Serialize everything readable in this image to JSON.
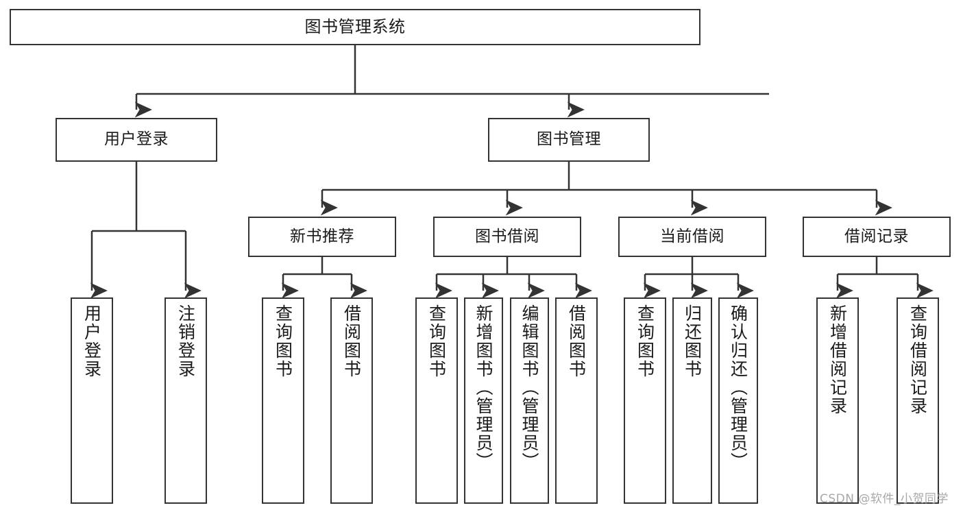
{
  "diagram": {
    "title": "图书管理系统",
    "type": "tree-hierarchy-chart",
    "colors": {
      "background": "#ffffff",
      "stroke": "#333333",
      "text": "#1a1a1a",
      "watermark": "#a8a8a8"
    },
    "root": {
      "id": "root",
      "label": "图书管理系统"
    },
    "tier2": [
      {
        "id": "user-login",
        "label": "用户登录"
      },
      {
        "id": "book-manage",
        "label": "图书管理"
      }
    ],
    "tier3": [
      {
        "id": "new-book-recommend",
        "label": "新书推荐",
        "parent": "book-manage"
      },
      {
        "id": "book-borrow",
        "label": "图书借阅",
        "parent": "book-manage"
      },
      {
        "id": "current-borrow",
        "label": "当前借阅",
        "parent": "book-manage"
      },
      {
        "id": "borrow-record",
        "label": "借阅记录",
        "parent": "book-manage"
      }
    ],
    "leaves": [
      {
        "id": "leaf-user-login",
        "label": "用户登录",
        "parent": "user-login"
      },
      {
        "id": "leaf-logout",
        "label": "注销登录",
        "parent": "user-login"
      },
      {
        "id": "leaf-query-book-1",
        "label": "查询图书",
        "parent": "new-book-recommend"
      },
      {
        "id": "leaf-borrow-book-1",
        "label": "借阅图书",
        "parent": "new-book-recommend"
      },
      {
        "id": "leaf-query-book-2",
        "label": "查询图书",
        "parent": "book-borrow"
      },
      {
        "id": "leaf-add-book",
        "label": "新增图书（管理员）",
        "parent": "book-borrow"
      },
      {
        "id": "leaf-edit-book",
        "label": "编辑图书（管理员）",
        "parent": "book-borrow"
      },
      {
        "id": "leaf-borrow-book-2",
        "label": "借阅图书",
        "parent": "book-borrow"
      },
      {
        "id": "leaf-query-book-3",
        "label": "查询图书",
        "parent": "current-borrow"
      },
      {
        "id": "leaf-return-book",
        "label": "归还图书",
        "parent": "current-borrow"
      },
      {
        "id": "leaf-confirm-return",
        "label": "确认归还（管理员）",
        "parent": "current-borrow"
      },
      {
        "id": "leaf-add-record",
        "label": "新增借阅记录",
        "parent": "borrow-record"
      },
      {
        "id": "leaf-query-record",
        "label": "查询借阅记录",
        "parent": "borrow-record"
      }
    ],
    "watermark": "CSDN @软件_小贺同学"
  }
}
